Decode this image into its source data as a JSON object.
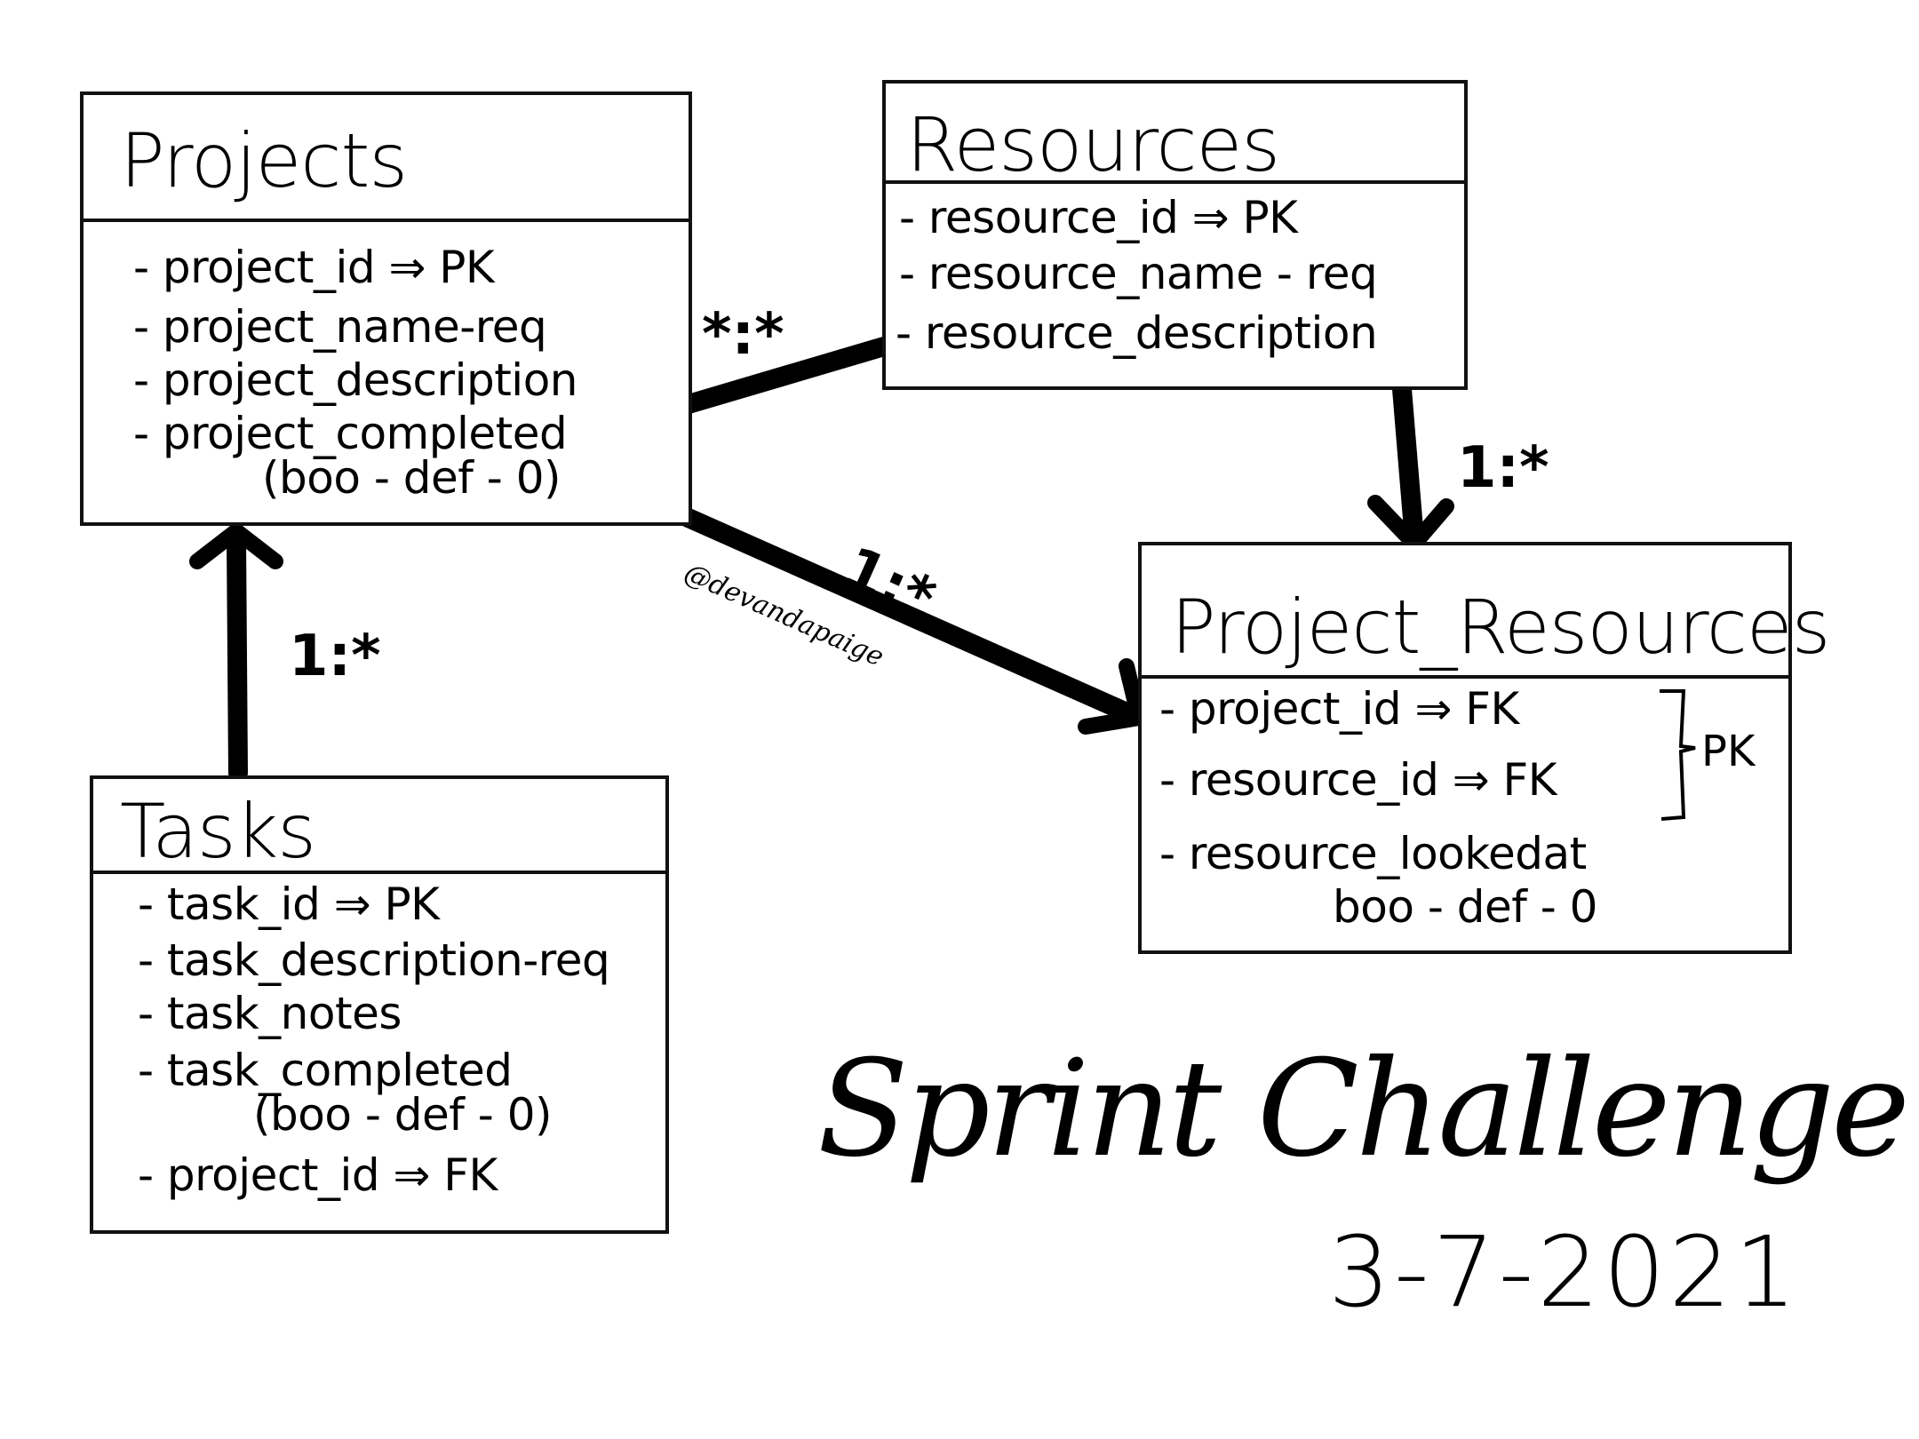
{
  "entities": {
    "projects": {
      "title": "Projects",
      "fields": [
        "- project_id ⇒ PK",
        "- project_name-req",
        "- project_description",
        "- project_completed",
        "(boo - def - 0)"
      ]
    },
    "resources": {
      "title": "Resources",
      "fields": [
        "- resource_id ⇒ PK",
        "- resource_name - req",
        "- resource_description"
      ]
    },
    "project_resources": {
      "title": "Project_Resources",
      "fields": [
        "- project_id ⇒ FK",
        "- resource_id ⇒ FK",
        "- resource_lookedat",
        "boo - def - 0"
      ],
      "composite_key_label": "PK"
    },
    "tasks": {
      "title": "Tasks",
      "fields": [
        "- task_id ⇒ PK",
        "- task_description-req",
        "- task_notes",
        "- task_completed",
        "(boo - def - 0)",
        "- project_id ⇒ FK"
      ]
    }
  },
  "relationships": {
    "projects_resources": "*:*",
    "resources_project_resources": "1:*",
    "projects_project_resources": "1:*",
    "tasks_projects": "1:*"
  },
  "watermark": "@devandapaige",
  "signature": {
    "title": "Sprint Challenge",
    "date": "3-7-2021"
  }
}
